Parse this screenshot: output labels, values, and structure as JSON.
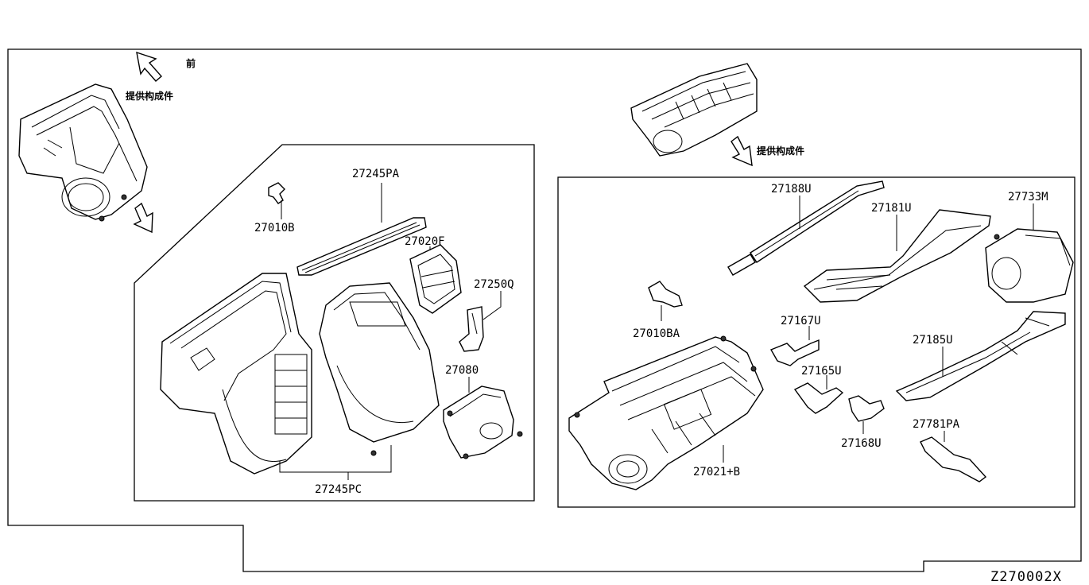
{
  "diagram": {
    "code": "Z270002X",
    "front_label": "前",
    "supply_note_left": "提供构成件",
    "supply_note_right": "提供构成件",
    "left_panel": {
      "labels": {
        "p27245PA": "27245PA",
        "p27010B": "27010B",
        "p27020F": "27020F",
        "p27250Q": "27250Q",
        "p27080": "27080",
        "p27245PC": "27245PC"
      }
    },
    "right_panel": {
      "labels": {
        "p27188U": "27188U",
        "p27181U": "27181U",
        "p27733M": "27733M",
        "p27010BA": "27010BA",
        "p27167U": "27167U",
        "p27165U": "27165U",
        "p27185U": "27185U",
        "p27168U": "27168U",
        "p27781PA": "27781PA",
        "p27021B": "27021+B"
      }
    }
  }
}
